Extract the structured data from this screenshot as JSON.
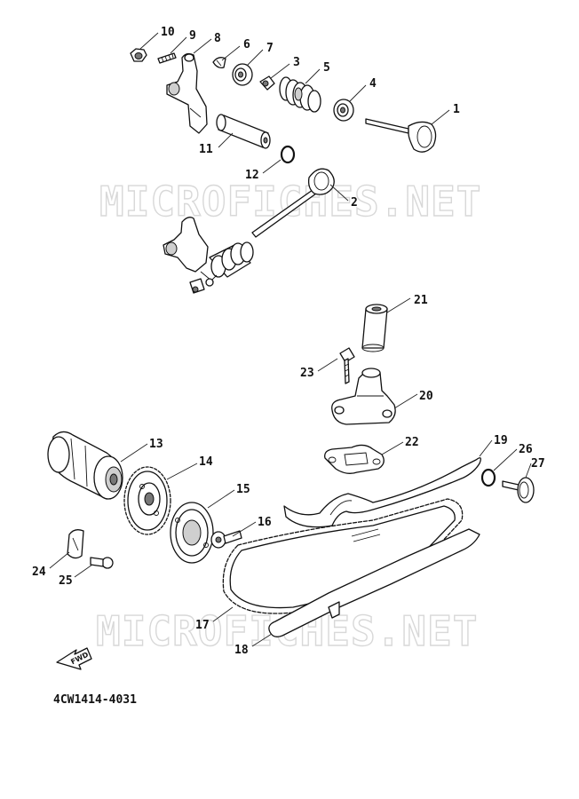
{
  "watermarks": [
    "MICROFICHES.NET",
    "MICROFICHES.NET"
  ],
  "diagram_code": "4CW1414-4031",
  "fwd_label": "FWD",
  "callouts": {
    "p1": "1",
    "p2": "2",
    "p3": "3",
    "p4": "4",
    "p5": "5",
    "p6": "6",
    "p7": "7",
    "p8": "8",
    "p9": "9",
    "p10": "10",
    "p11": "11",
    "p12": "12",
    "p13": "13",
    "p14": "14",
    "p15": "15",
    "p16": "16",
    "p17": "17",
    "p18": "18",
    "p19": "19",
    "p20": "20",
    "p21": "21",
    "p22": "22",
    "p23": "23",
    "p24": "24",
    "p25": "25",
    "p26": "26",
    "p27": "27"
  }
}
